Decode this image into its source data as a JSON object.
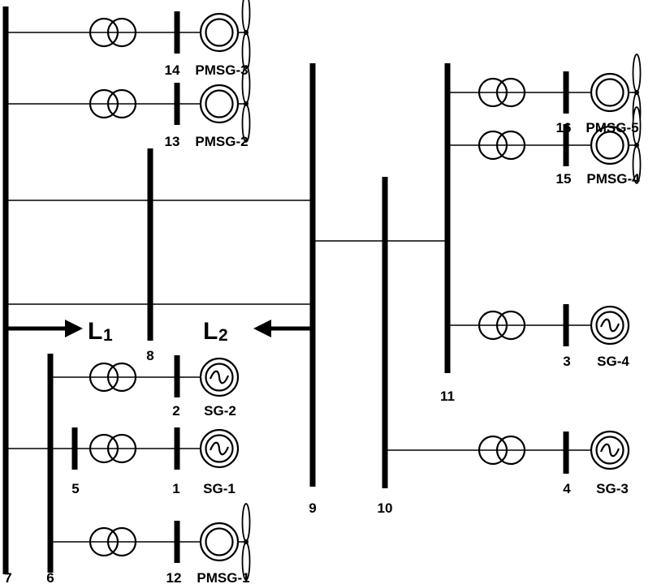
{
  "buses": [
    {
      "id": "b7",
      "label": "7"
    },
    {
      "id": "b6",
      "label": "6"
    },
    {
      "id": "b8",
      "label": "8"
    },
    {
      "id": "b9",
      "label": "9"
    },
    {
      "id": "b10",
      "label": "10"
    },
    {
      "id": "b11",
      "label": "11"
    },
    {
      "id": "b14",
      "label": "14"
    },
    {
      "id": "b13",
      "label": "13"
    },
    {
      "id": "b2",
      "label": "2"
    },
    {
      "id": "b5",
      "label": "5"
    },
    {
      "id": "b1",
      "label": "1"
    },
    {
      "id": "b12",
      "label": "12"
    },
    {
      "id": "b16",
      "label": "16"
    },
    {
      "id": "b15",
      "label": "15"
    },
    {
      "id": "b3",
      "label": "3"
    },
    {
      "id": "b4",
      "label": "4"
    }
  ],
  "generators": [
    {
      "id": "g-pmsg3",
      "label": "PMSG-3",
      "type": "pmsg"
    },
    {
      "id": "g-pmsg2",
      "label": "PMSG-2",
      "type": "pmsg"
    },
    {
      "id": "g-sg2",
      "label": "SG-2",
      "type": "sg"
    },
    {
      "id": "g-sg1",
      "label": "SG-1",
      "type": "sg"
    },
    {
      "id": "g-pmsg1",
      "label": "PMSG-1",
      "type": "pmsg"
    },
    {
      "id": "g-pmsg5",
      "label": "PMSG-5",
      "type": "pmsg"
    },
    {
      "id": "g-pmsg4",
      "label": "PMSG-4",
      "type": "pmsg"
    },
    {
      "id": "g-sg4",
      "label": "SG-4",
      "type": "sg"
    },
    {
      "id": "g-sg3",
      "label": "SG-3",
      "type": "sg"
    }
  ],
  "loads": [
    {
      "id": "L1",
      "letter": "L",
      "index": "1"
    },
    {
      "id": "L2",
      "letter": "L",
      "index": "2"
    }
  ],
  "icons": {
    "transformer": "transformer-icon",
    "synchronous_generator": "sync-generator-icon",
    "pmsg": "pmsg-generator-icon",
    "wind_turbine": "wind-turbine-icon",
    "load_arrow": "load-arrow-icon"
  }
}
